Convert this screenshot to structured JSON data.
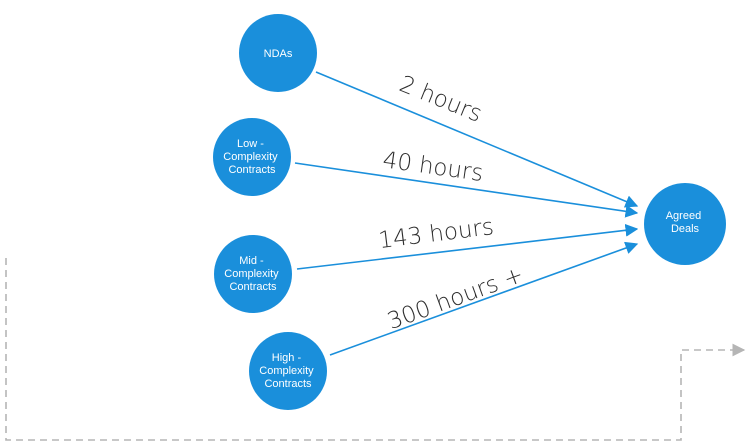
{
  "nodes": {
    "ndas": {
      "lines": [
        "NDAs"
      ]
    },
    "low": {
      "lines": [
        "Low -",
        "Complexity",
        "Contracts"
      ]
    },
    "mid": {
      "lines": [
        "Mid -",
        "Complexity",
        "Contracts"
      ]
    },
    "high": {
      "lines": [
        "High -",
        "Complexity",
        "Contracts"
      ]
    },
    "agreed": {
      "lines": [
        "Agreed",
        "Deals"
      ]
    }
  },
  "edges": {
    "ndas": {
      "label": "2 hours"
    },
    "low": {
      "label": "40 hours"
    },
    "mid": {
      "label": "143 hours"
    },
    "high": {
      "label": "300 hours +"
    }
  },
  "colors": {
    "node": "#1a8fdb",
    "edge": "#1a8fdb",
    "dashed": "#b5b5b5",
    "label_text": "#2e2e2e"
  }
}
